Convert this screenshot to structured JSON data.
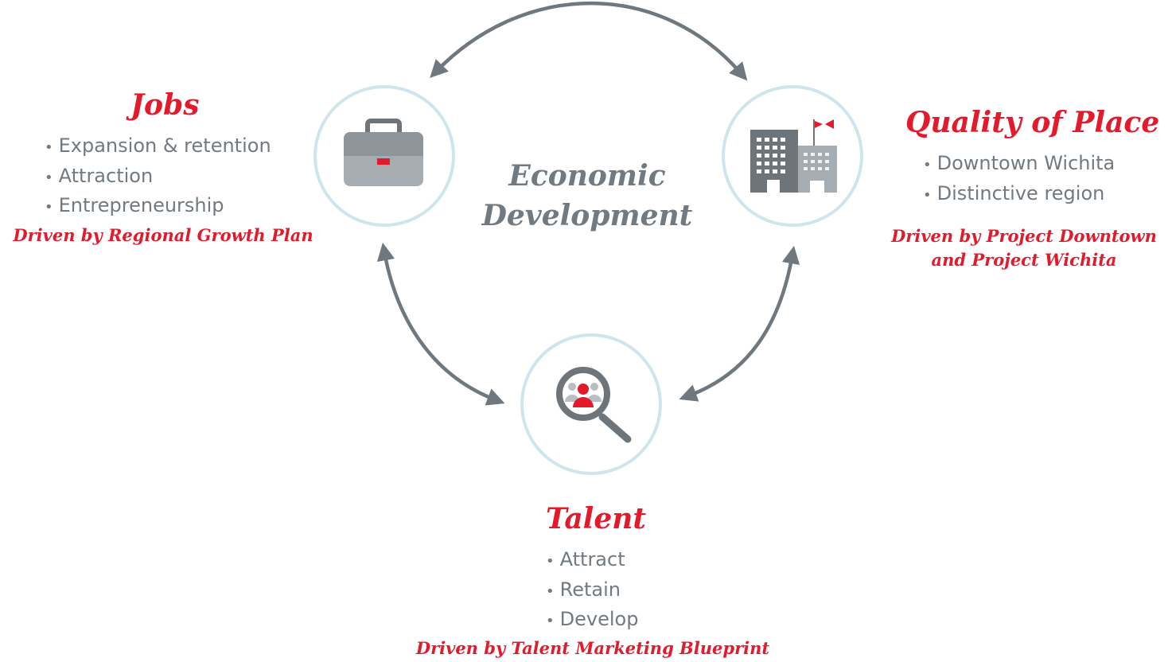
{
  "center": {
    "line1": "Economic",
    "line2": "Development"
  },
  "jobs": {
    "title": "Jobs",
    "bullets": [
      "Expansion & retention",
      "Attraction",
      "Entrepreneurship"
    ],
    "driven": "Driven by Regional Growth Plan",
    "icon": "briefcase-icon"
  },
  "quality": {
    "title": "Quality of Place",
    "bullets": [
      "Downtown Wichita",
      "Distinctive region"
    ],
    "driven_line1": "Driven by Project Downtown",
    "driven_line2": "and Project Wichita",
    "icon": "buildings-icon"
  },
  "talent": {
    "title": "Talent",
    "bullets": [
      "Attract",
      "Retain",
      "Develop"
    ],
    "driven": "Driven by Talent Marketing Blueprint",
    "icon": "magnifier-people-icon"
  },
  "colors": {
    "accent_red": "#e21a2c",
    "text_gray": "#707a80",
    "arrow_gray": "#6f787f",
    "circle_ring": "#cde6ee",
    "icon_gray": "#a6adb2",
    "icon_dark": "#6d757b"
  }
}
